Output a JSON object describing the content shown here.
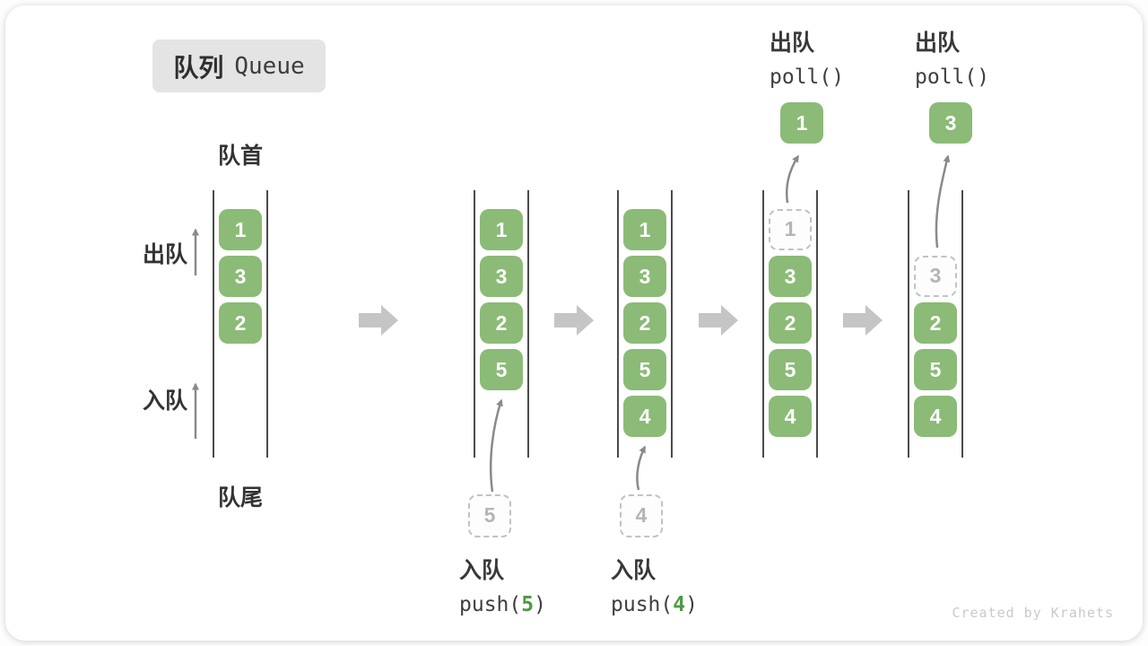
{
  "title": {
    "zh": "队列",
    "en": "Queue"
  },
  "labels": {
    "front": "队首",
    "rear": "队尾",
    "dequeue": "出队",
    "enqueue": "入队"
  },
  "watermark": "Created by Krahets",
  "colors": {
    "cell_green": "#8BBB77",
    "code_arg_green": "#4E9A43",
    "step_arrow_gray": "#C5C5C5",
    "thin_arrow_gray": "#8A8A8A",
    "wall_gray": "#4B4B4B",
    "title_badge_bg": "#E4E4E4",
    "dashed_border_gray": "#C2C2C2"
  },
  "states": [
    {
      "cells": [
        {
          "v": "1"
        },
        {
          "v": "3"
        },
        {
          "v": "2"
        }
      ]
    },
    {
      "cells": [
        {
          "v": "1"
        },
        {
          "v": "3"
        },
        {
          "v": "2"
        },
        {
          "v": "5"
        }
      ],
      "incoming": "5",
      "op": {
        "label": "入队",
        "code_pre": "push(",
        "arg": "5",
        "code_post": ")"
      }
    },
    {
      "cells": [
        {
          "v": "1"
        },
        {
          "v": "3"
        },
        {
          "v": "2"
        },
        {
          "v": "5"
        },
        {
          "v": "4"
        }
      ],
      "incoming": "4",
      "op": {
        "label": "入队",
        "code_pre": "push(",
        "arg": "4",
        "code_post": ")"
      }
    },
    {
      "cells": [
        {
          "v": "1"
        },
        {
          "v": "3"
        },
        {
          "v": "2"
        },
        {
          "v": "5"
        },
        {
          "v": "4"
        }
      ],
      "popped": "1",
      "op": {
        "label": "出队",
        "code": "poll()"
      }
    },
    {
      "cells": [
        {
          "v": "3"
        },
        {
          "v": "2"
        },
        {
          "v": "5"
        },
        {
          "v": "4"
        }
      ],
      "popped": "3",
      "op": {
        "label": "出队",
        "code": "poll()"
      }
    }
  ]
}
